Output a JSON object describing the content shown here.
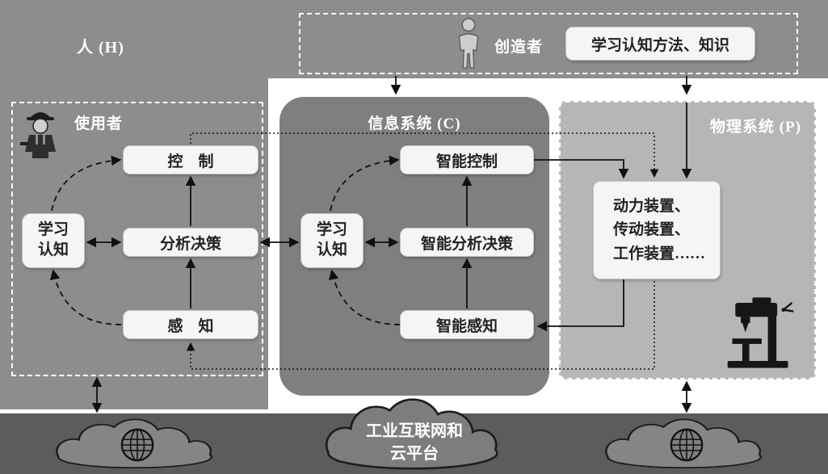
{
  "colors": {
    "background": "#ffffff",
    "human_region": "#8d8d8d",
    "info_system_fill": "#7f7f7f",
    "physical_system_fill": "#b6b6b6",
    "bottom_band": "#5c5c5c",
    "cloud_fill": "#858585",
    "node_fill": "#f5f5f5",
    "arrow": "#111111",
    "dashed_border": "#fafafa"
  },
  "regions": {
    "human_label": "人 (H)",
    "creator_label": "创造者",
    "creator_knowledge": "学习认知方法、知识",
    "user_label": "使用者",
    "info_label": "信息系统 (C)",
    "physical_label": "物理系统 (P)"
  },
  "user": {
    "control": "控　制",
    "analysis": "分析决策",
    "perception": "感　知",
    "learning": [
      "学习",
      "认知"
    ]
  },
  "info": {
    "control": "智能控制",
    "analysis": "智能分析决策",
    "perception": "智能感知",
    "learning": [
      "学习",
      "认知"
    ]
  },
  "physical": {
    "devices": [
      "动力装置、",
      "传动装置、",
      "工作装置……"
    ]
  },
  "cloud": {
    "lines": [
      "工业互联网和",
      "云平台"
    ]
  }
}
